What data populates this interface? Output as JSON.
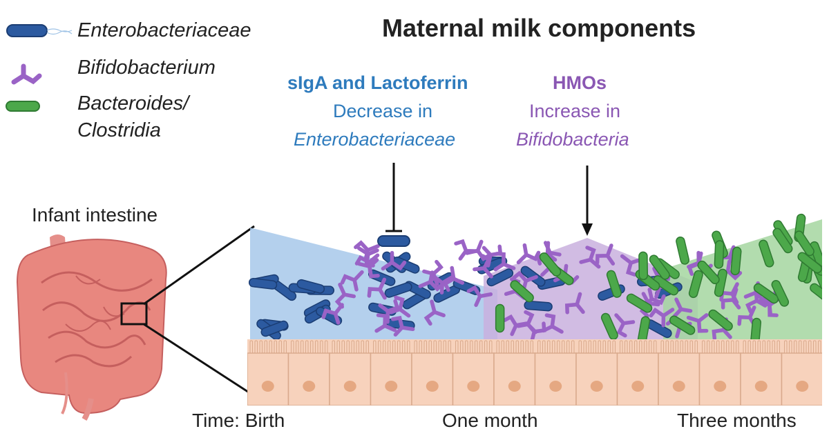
{
  "title": "Maternal milk components",
  "legend": {
    "enterobacteriaceae": "Enterobacteriaceae",
    "bifidobacterium": "Bifidobacterium",
    "bacteroides_line1": "Bacteroides/",
    "bacteroides_line2": "Clostridia"
  },
  "blue_annotation": {
    "heading": "sIgA and Lactoferrin",
    "line1": "Decrease in",
    "line2": "Enterobacteriaceae"
  },
  "purple_annotation": {
    "heading": "HMOs",
    "line1": "Increase in",
    "line2": "Bifidobacteria"
  },
  "intestine_label": "Infant intestine",
  "timeline": {
    "birth": "Time: Birth",
    "one_month": "One month",
    "three_months": "Three months"
  },
  "colors": {
    "enterobacteria": "#2c5aa0",
    "bifidobacterium": "#9a63c6",
    "bacteroides": "#4ca84a",
    "blue_text": "#2e7bbd",
    "purple_text": "#8a57b3",
    "epithelium": "#f7d2bc",
    "nucleus": "#e5a882",
    "intestine": "#e8877f"
  }
}
